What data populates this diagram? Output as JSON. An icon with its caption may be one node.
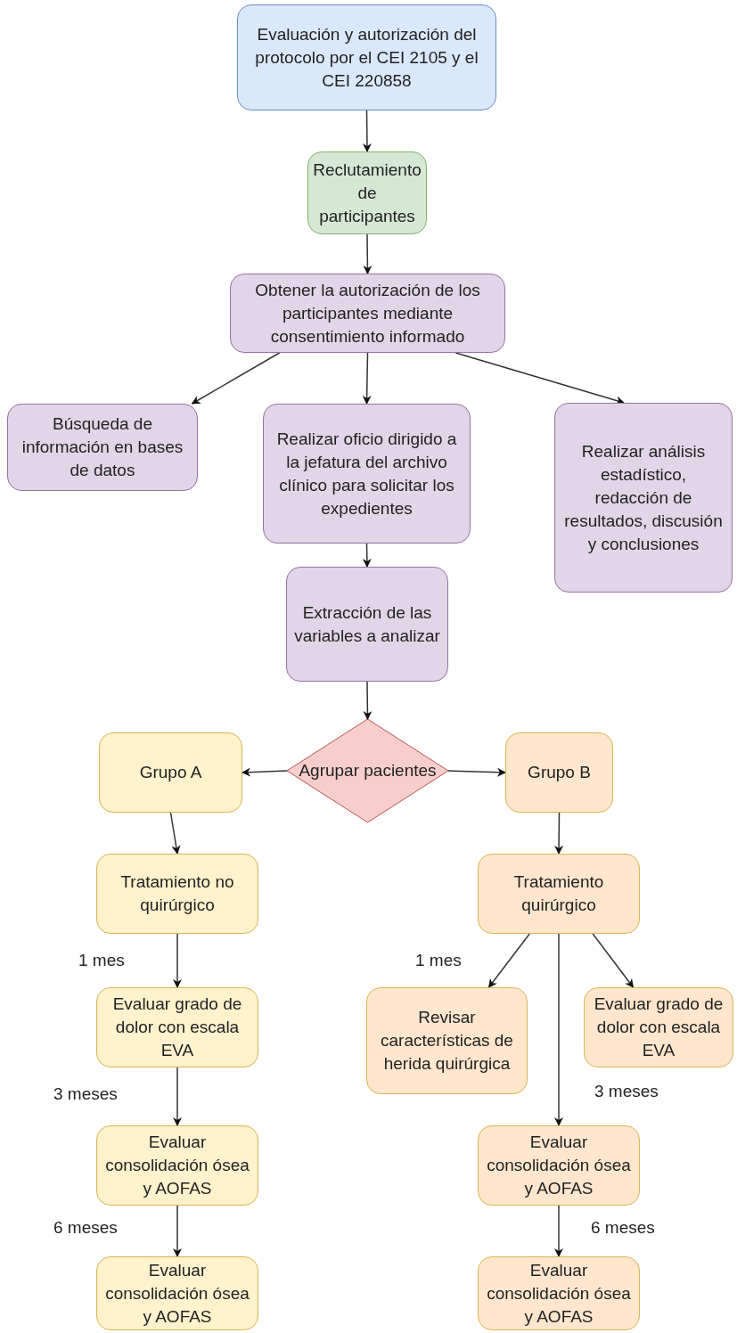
{
  "diagram": {
    "nodes": [
      {
        "text": [
          "Evaluación y autorización del protocolo por el CEI 2105 y el CEI 220858"
        ]
      },
      {
        "text": [
          "Reclutamiento de participantes"
        ]
      },
      {
        "text": [
          "Obtener la autorización de los participantes mediante consentimiento informado"
        ]
      },
      {
        "text": [
          "Búsqueda de información en bases de datos"
        ]
      },
      {
        "text": [
          "Realizar oficio dirigido a la jefatura del archivo clínico para solicitar los expedientes"
        ]
      },
      {
        "text": [
          "Realizar análisis estadístico, redacción de resultados, discusión y conclusiones"
        ]
      },
      {
        "text": [
          "Extracción de las variables a analizar"
        ]
      },
      {
        "text": [
          "Agrupar pacientes"
        ]
      },
      {
        "text": [
          "Grupo A"
        ]
      },
      {
        "text": [
          "Grupo B"
        ]
      },
      {
        "text": [
          "Tratamiento no quirúrgico"
        ]
      },
      {
        "text": [
          "Tratamiento quirúrgico"
        ]
      },
      {
        "text": [
          "Evaluar grado de dolor con escala EVA"
        ]
      },
      {
        "text": [
          "Revisar características de herida quirúrgica"
        ]
      },
      {
        "text": [
          "Evaluar grado de dolor con escala EVA"
        ]
      },
      {
        "text": [
          "Evaluar consolidación ósea y AOFAS"
        ]
      },
      {
        "text": [
          "Evaluar consolidación ósea y AOFAS"
        ]
      },
      {
        "text": [
          "Evaluar consolidación ósea y AOFAS"
        ]
      },
      {
        "text": [
          "Evaluar consolidación ósea y AOFAS"
        ]
      }
    ],
    "edges": [
      {
        "from": 0,
        "to": 1,
        "arrow": "to"
      },
      {
        "from": 1,
        "to": 2,
        "arrow": "to"
      },
      {
        "from": 2,
        "to": 3,
        "arrow": "to"
      },
      {
        "from": 2,
        "to": 4,
        "arrow": "to"
      },
      {
        "from": 2,
        "to": 5,
        "arrow": "to"
      },
      {
        "from": 4,
        "to": 6,
        "arrow": "to"
      },
      {
        "from": 6,
        "to": 7,
        "arrow": "to"
      },
      {
        "from": 7,
        "to": 8,
        "arrow": "to"
      },
      {
        "from": 7,
        "to": 9,
        "arrow": "to"
      },
      {
        "from": 8,
        "to": 10,
        "arrow": "to"
      },
      {
        "from": 9,
        "to": 11,
        "arrow": "to"
      },
      {
        "from": 10,
        "to": 12,
        "arrow": "to",
        "label": "1 mes"
      },
      {
        "from": 11,
        "to": 13,
        "arrow": "to",
        "label": "1 mes"
      },
      {
        "from": 11,
        "to": 14,
        "arrow": "to"
      },
      {
        "from": 11,
        "to": 16,
        "arrow": "to",
        "label": "3 meses"
      },
      {
        "from": 12,
        "to": 15,
        "arrow": "to",
        "label": "3 meses"
      },
      {
        "from": 15,
        "to": 17,
        "arrow": "to",
        "label": "6 meses"
      },
      {
        "from": 16,
        "to": 18,
        "arrow": "to",
        "label": "6 meses"
      }
    ]
  }
}
